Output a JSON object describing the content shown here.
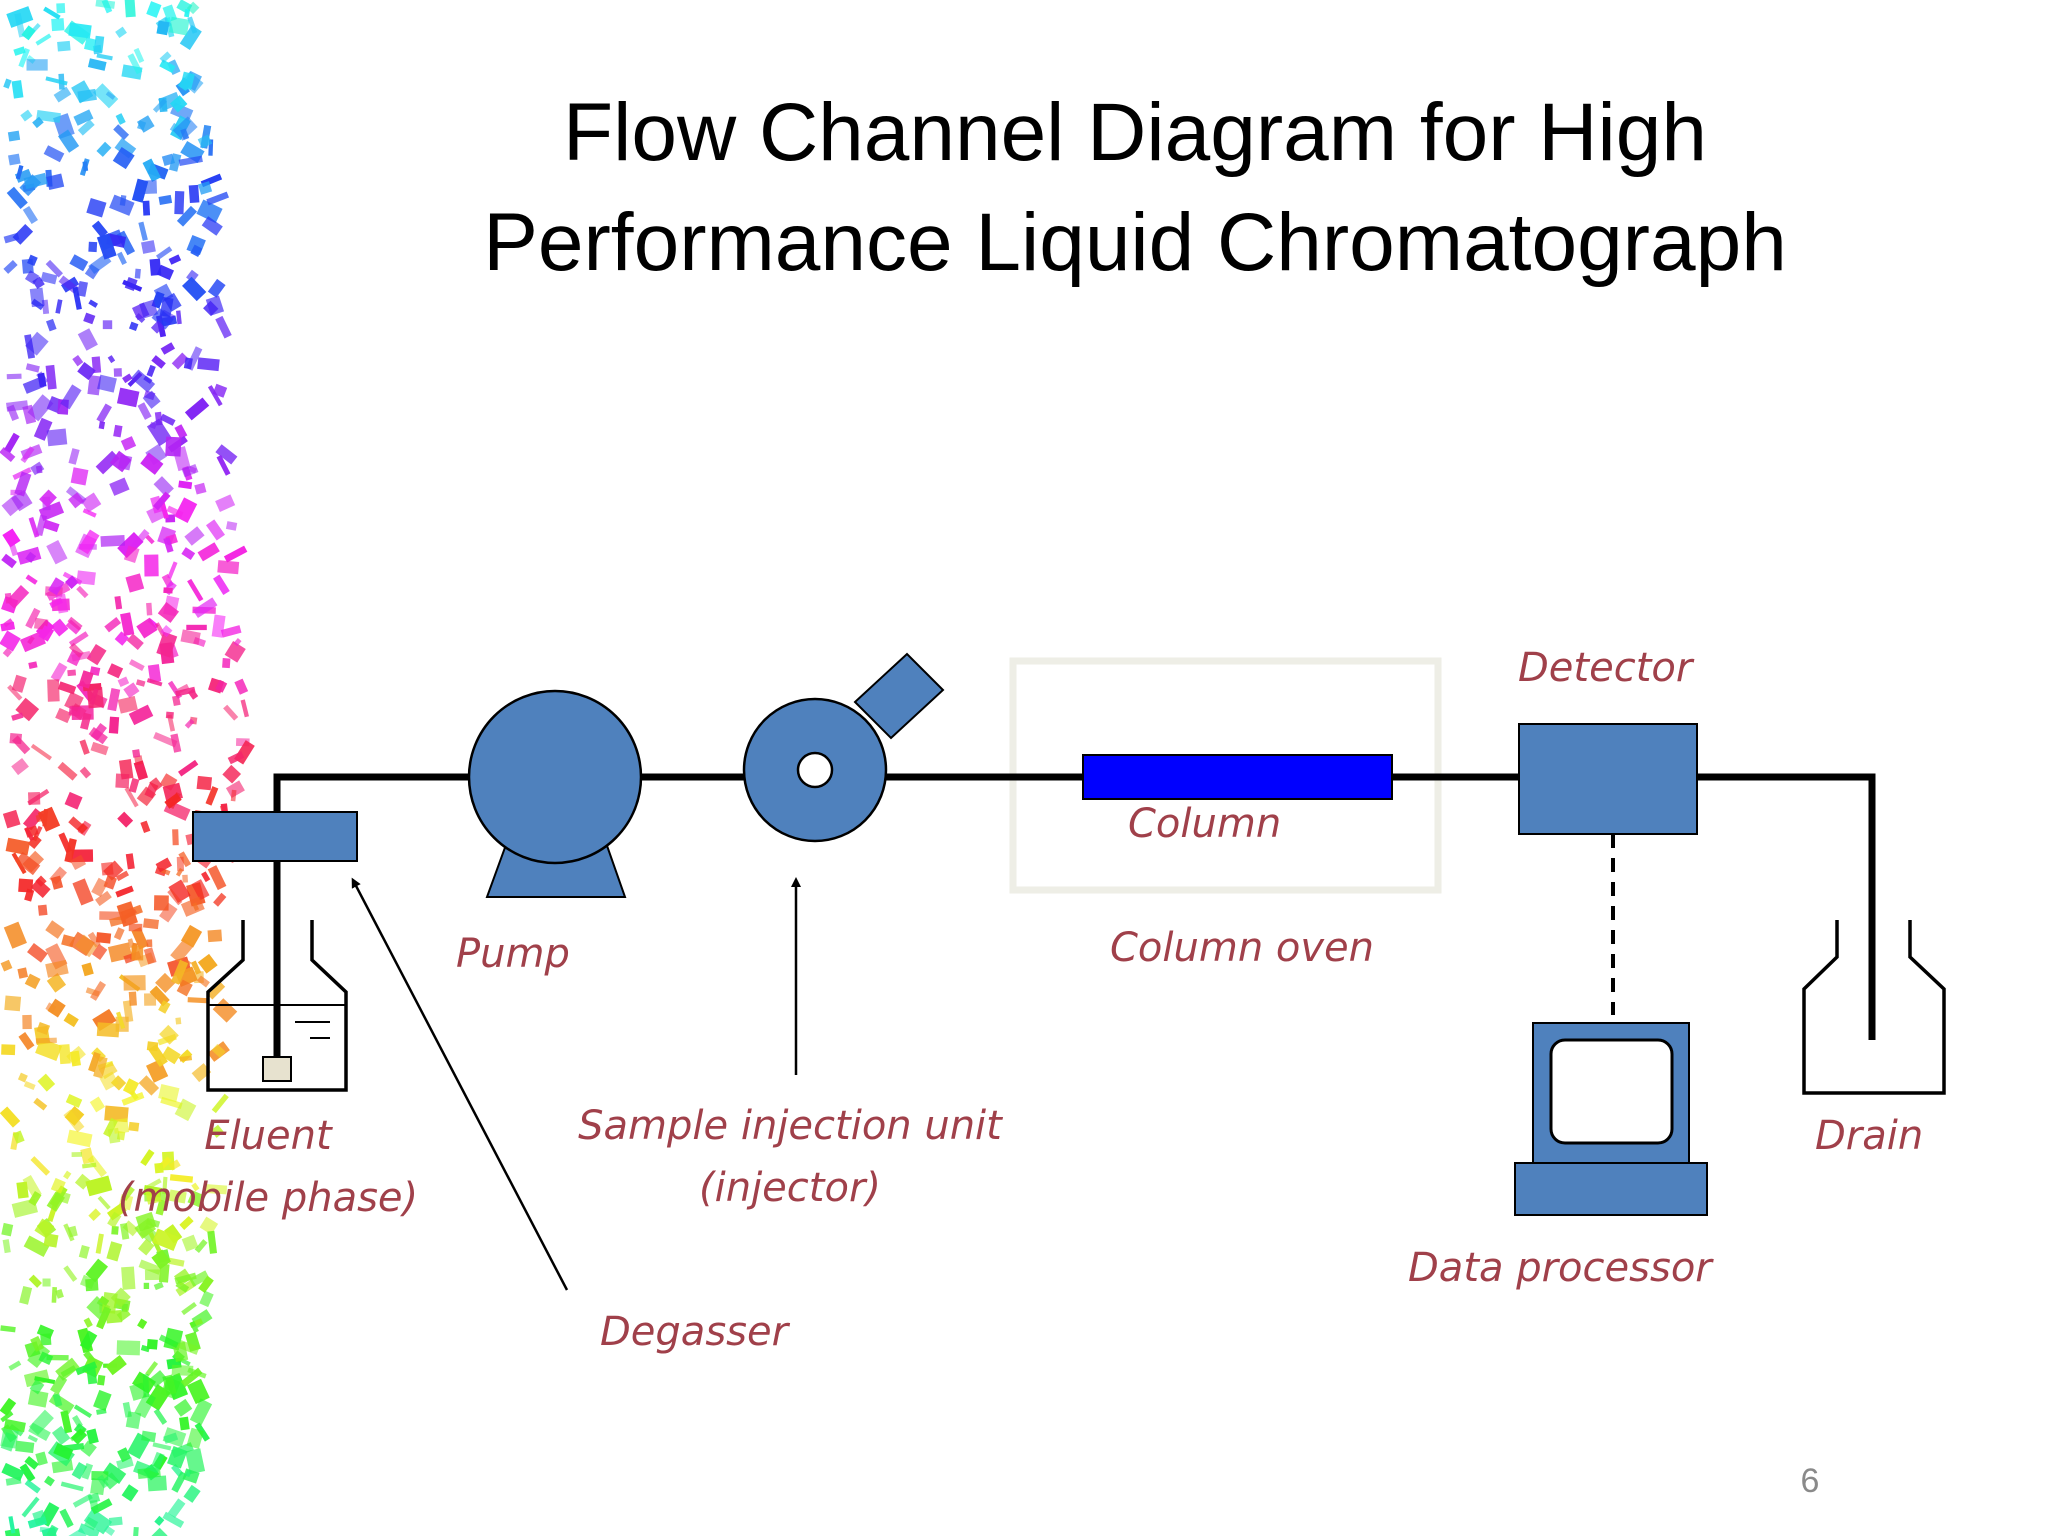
{
  "slide": {
    "title_line1": "Flow Channel Diagram for High",
    "title_line2": "Performance Liquid Chromatograph",
    "page_number": "6"
  },
  "labels": {
    "eluent_line1": "Eluent",
    "eluent_line2": "(mobile phase)",
    "pump": "Pump",
    "sample_injection_line1": "Sample injection unit",
    "sample_injection_line2": "(injector)",
    "degasser": "Degasser",
    "column": "Column",
    "column_oven": "Column oven",
    "detector": "Detector",
    "data_processor": "Data processor",
    "drain": "Drain"
  },
  "colors": {
    "component_fill": "#4f81bd",
    "column_fill": "#0000ff",
    "label_text": "#a0404a",
    "line": "#000000",
    "oven_border": "#eeeee6"
  }
}
